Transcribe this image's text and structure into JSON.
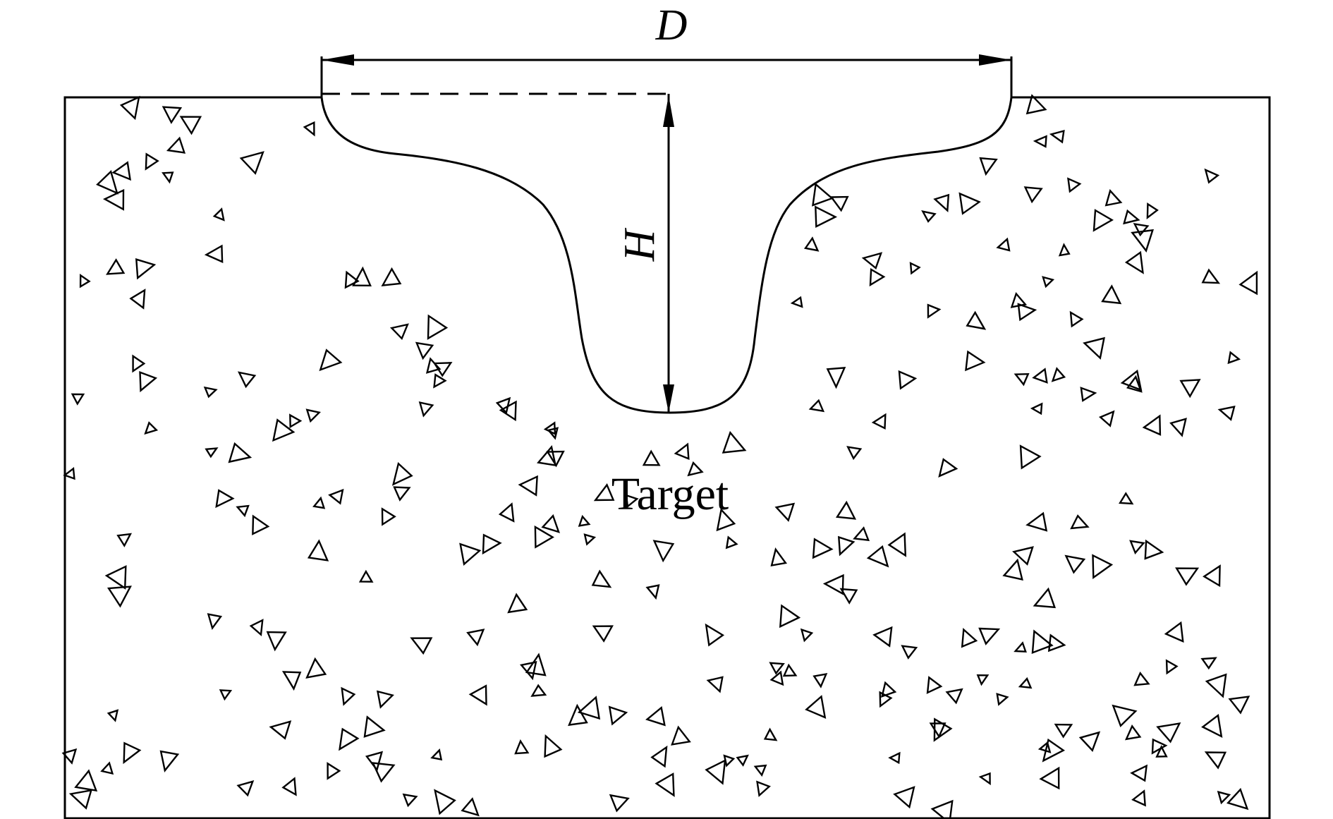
{
  "labels": {
    "diameter": "D",
    "depth": "H",
    "target": "Target"
  }
}
